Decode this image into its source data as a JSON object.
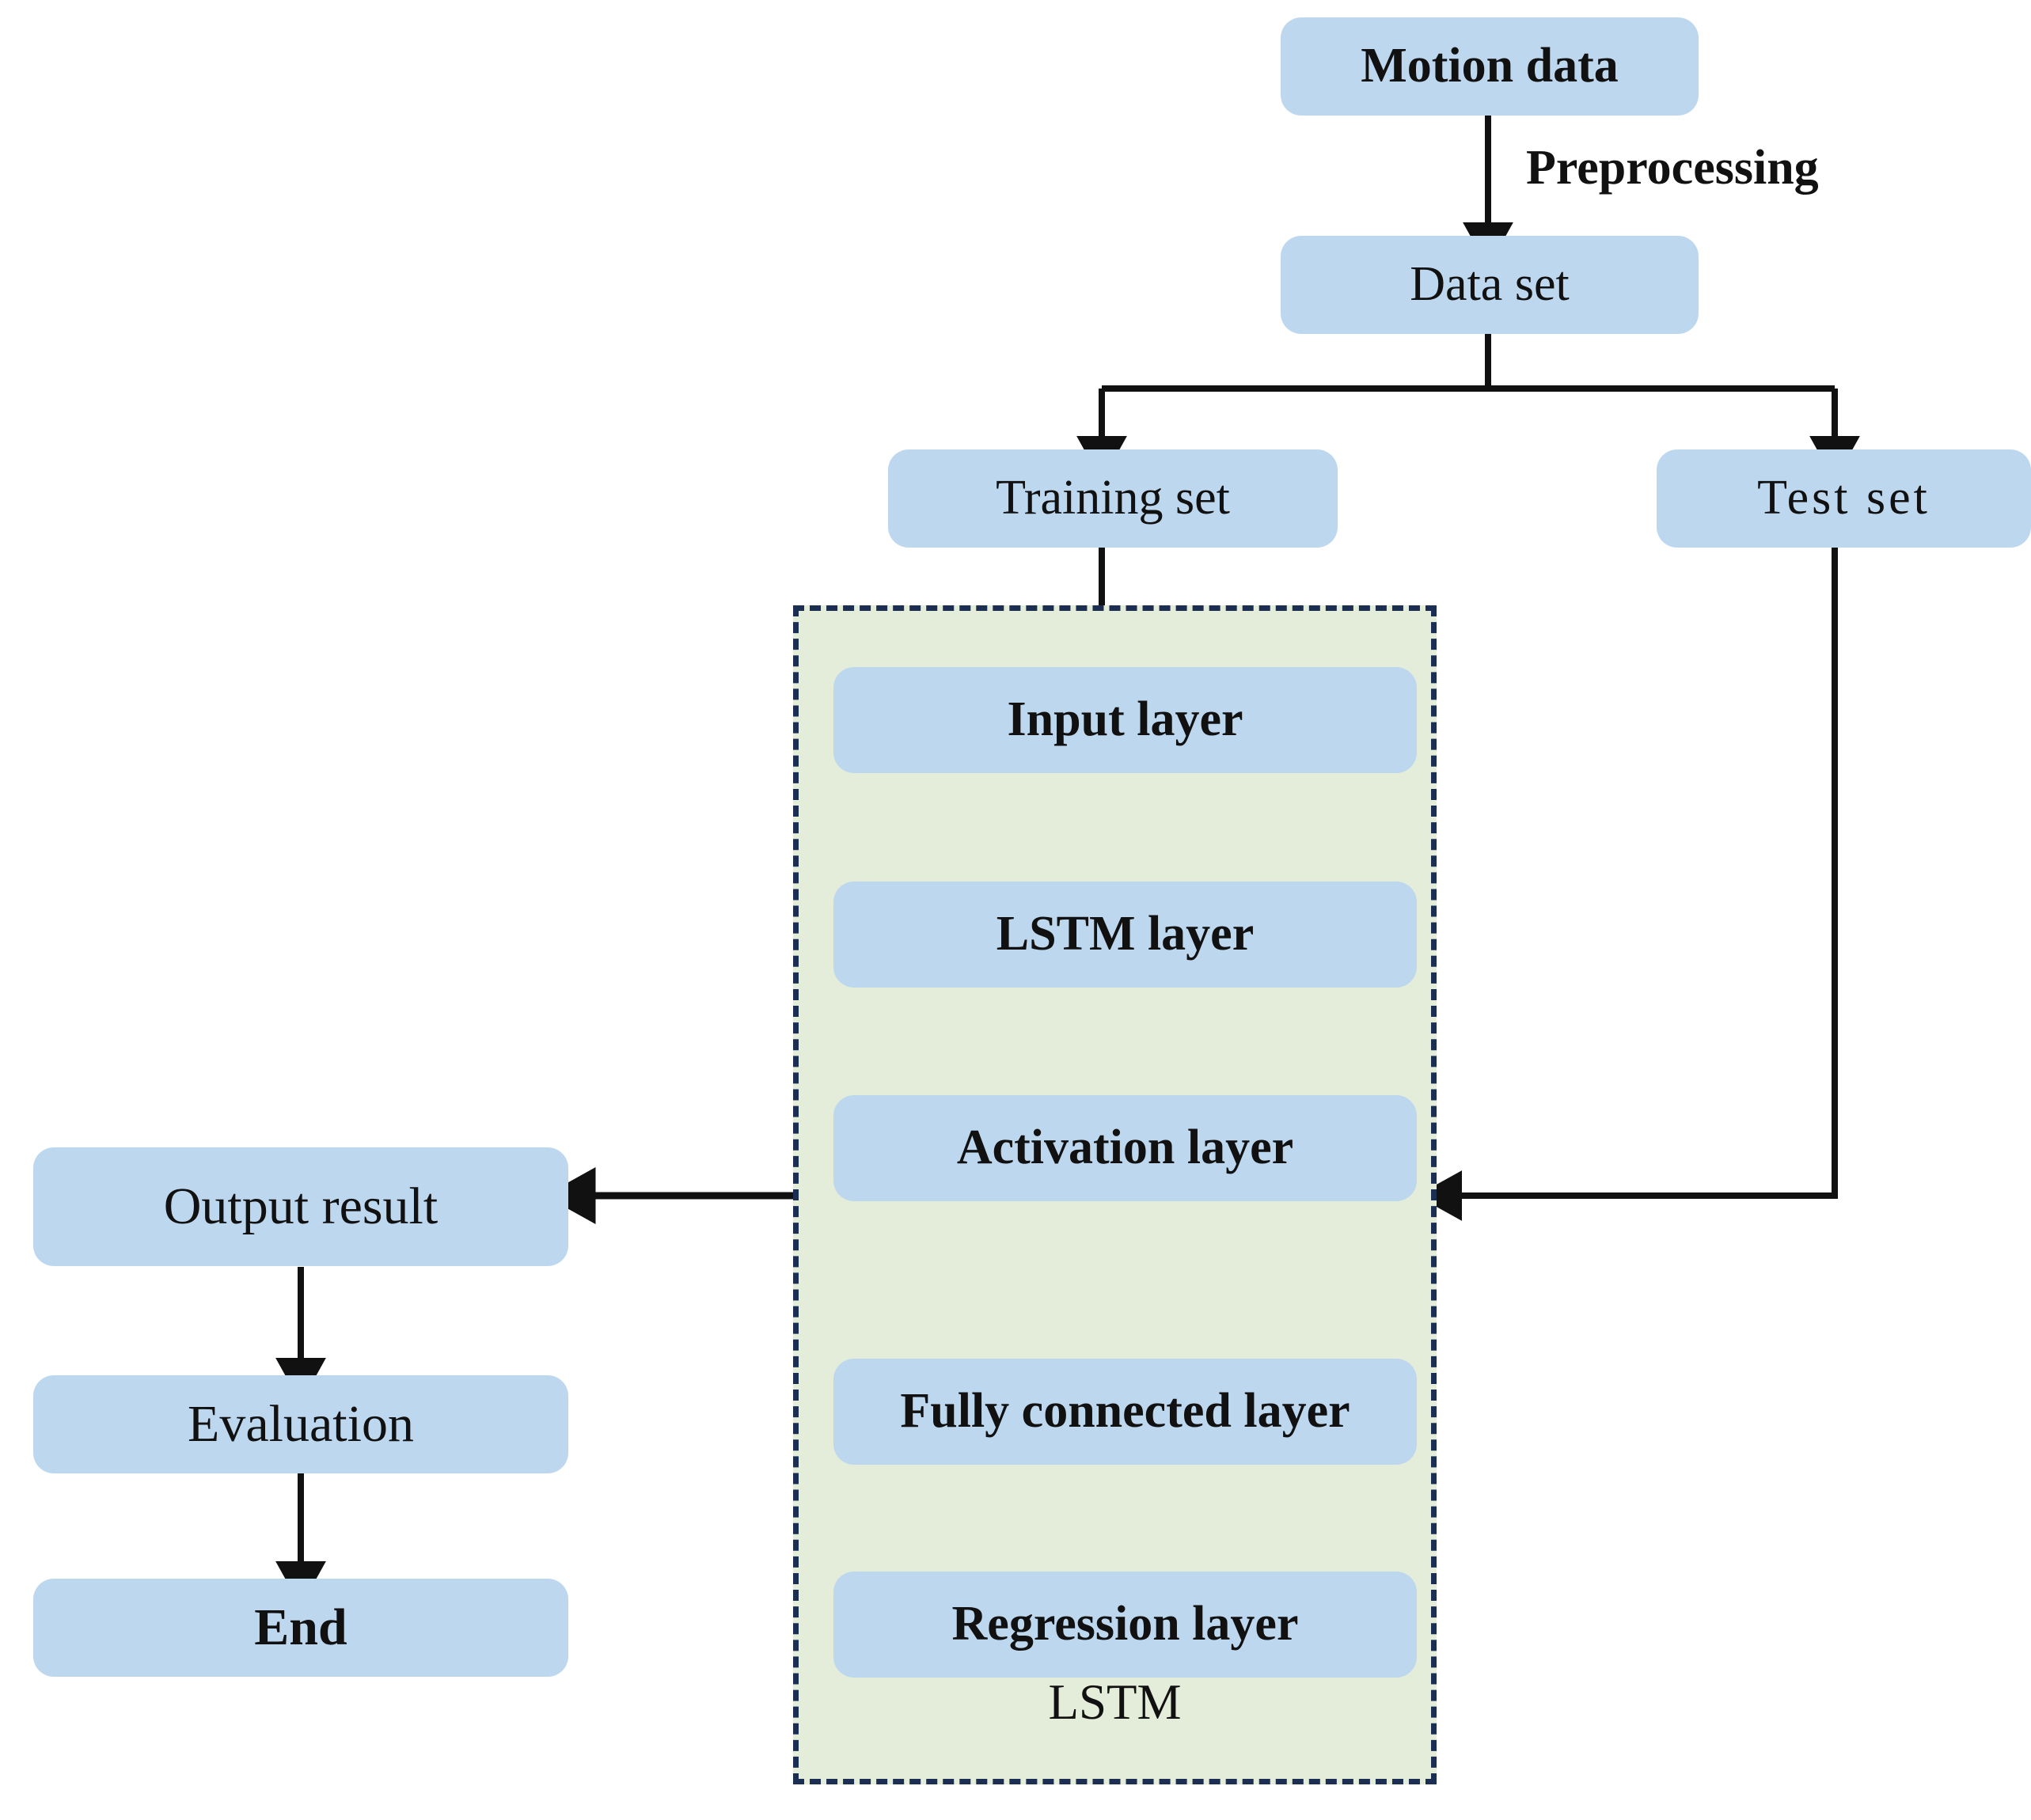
{
  "diagram": {
    "title": "LSTM motion-data processing flowchart",
    "colors": {
      "node_fill": "#bdd7ee",
      "group_fill": "#e4edd9",
      "group_border": "#1c2f52",
      "edge_stroke": "#111111",
      "text": "#111111",
      "background": "#ffffff"
    }
  },
  "nodes": {
    "motion_data": "Motion data",
    "data_set": "Data set",
    "training_set": "Training set",
    "test_set": "Test set",
    "input_layer": "Input layer",
    "lstm_layer": "LSTM layer",
    "activation_layer": "Activation layer",
    "fully_connected_layer": "Fully connected layer",
    "regression_layer": "Regression layer",
    "output_result": "Output result",
    "evaluation": "Evaluation",
    "end": "End"
  },
  "group": {
    "caption": "LSTM"
  },
  "edge_labels": {
    "preprocessing": "Preprocessing"
  },
  "flow": {
    "steps": [
      "Motion data",
      "Data set",
      "Training set",
      "Input layer",
      "LSTM layer",
      "Activation layer",
      "Fully connected layer",
      "Regression layer",
      "Output result",
      "Evaluation",
      "End"
    ],
    "branches": [
      "Data set -> Training set",
      "Data set -> Test set",
      "Test set -> LSTM group",
      "LSTM group -> Output result"
    ]
  }
}
